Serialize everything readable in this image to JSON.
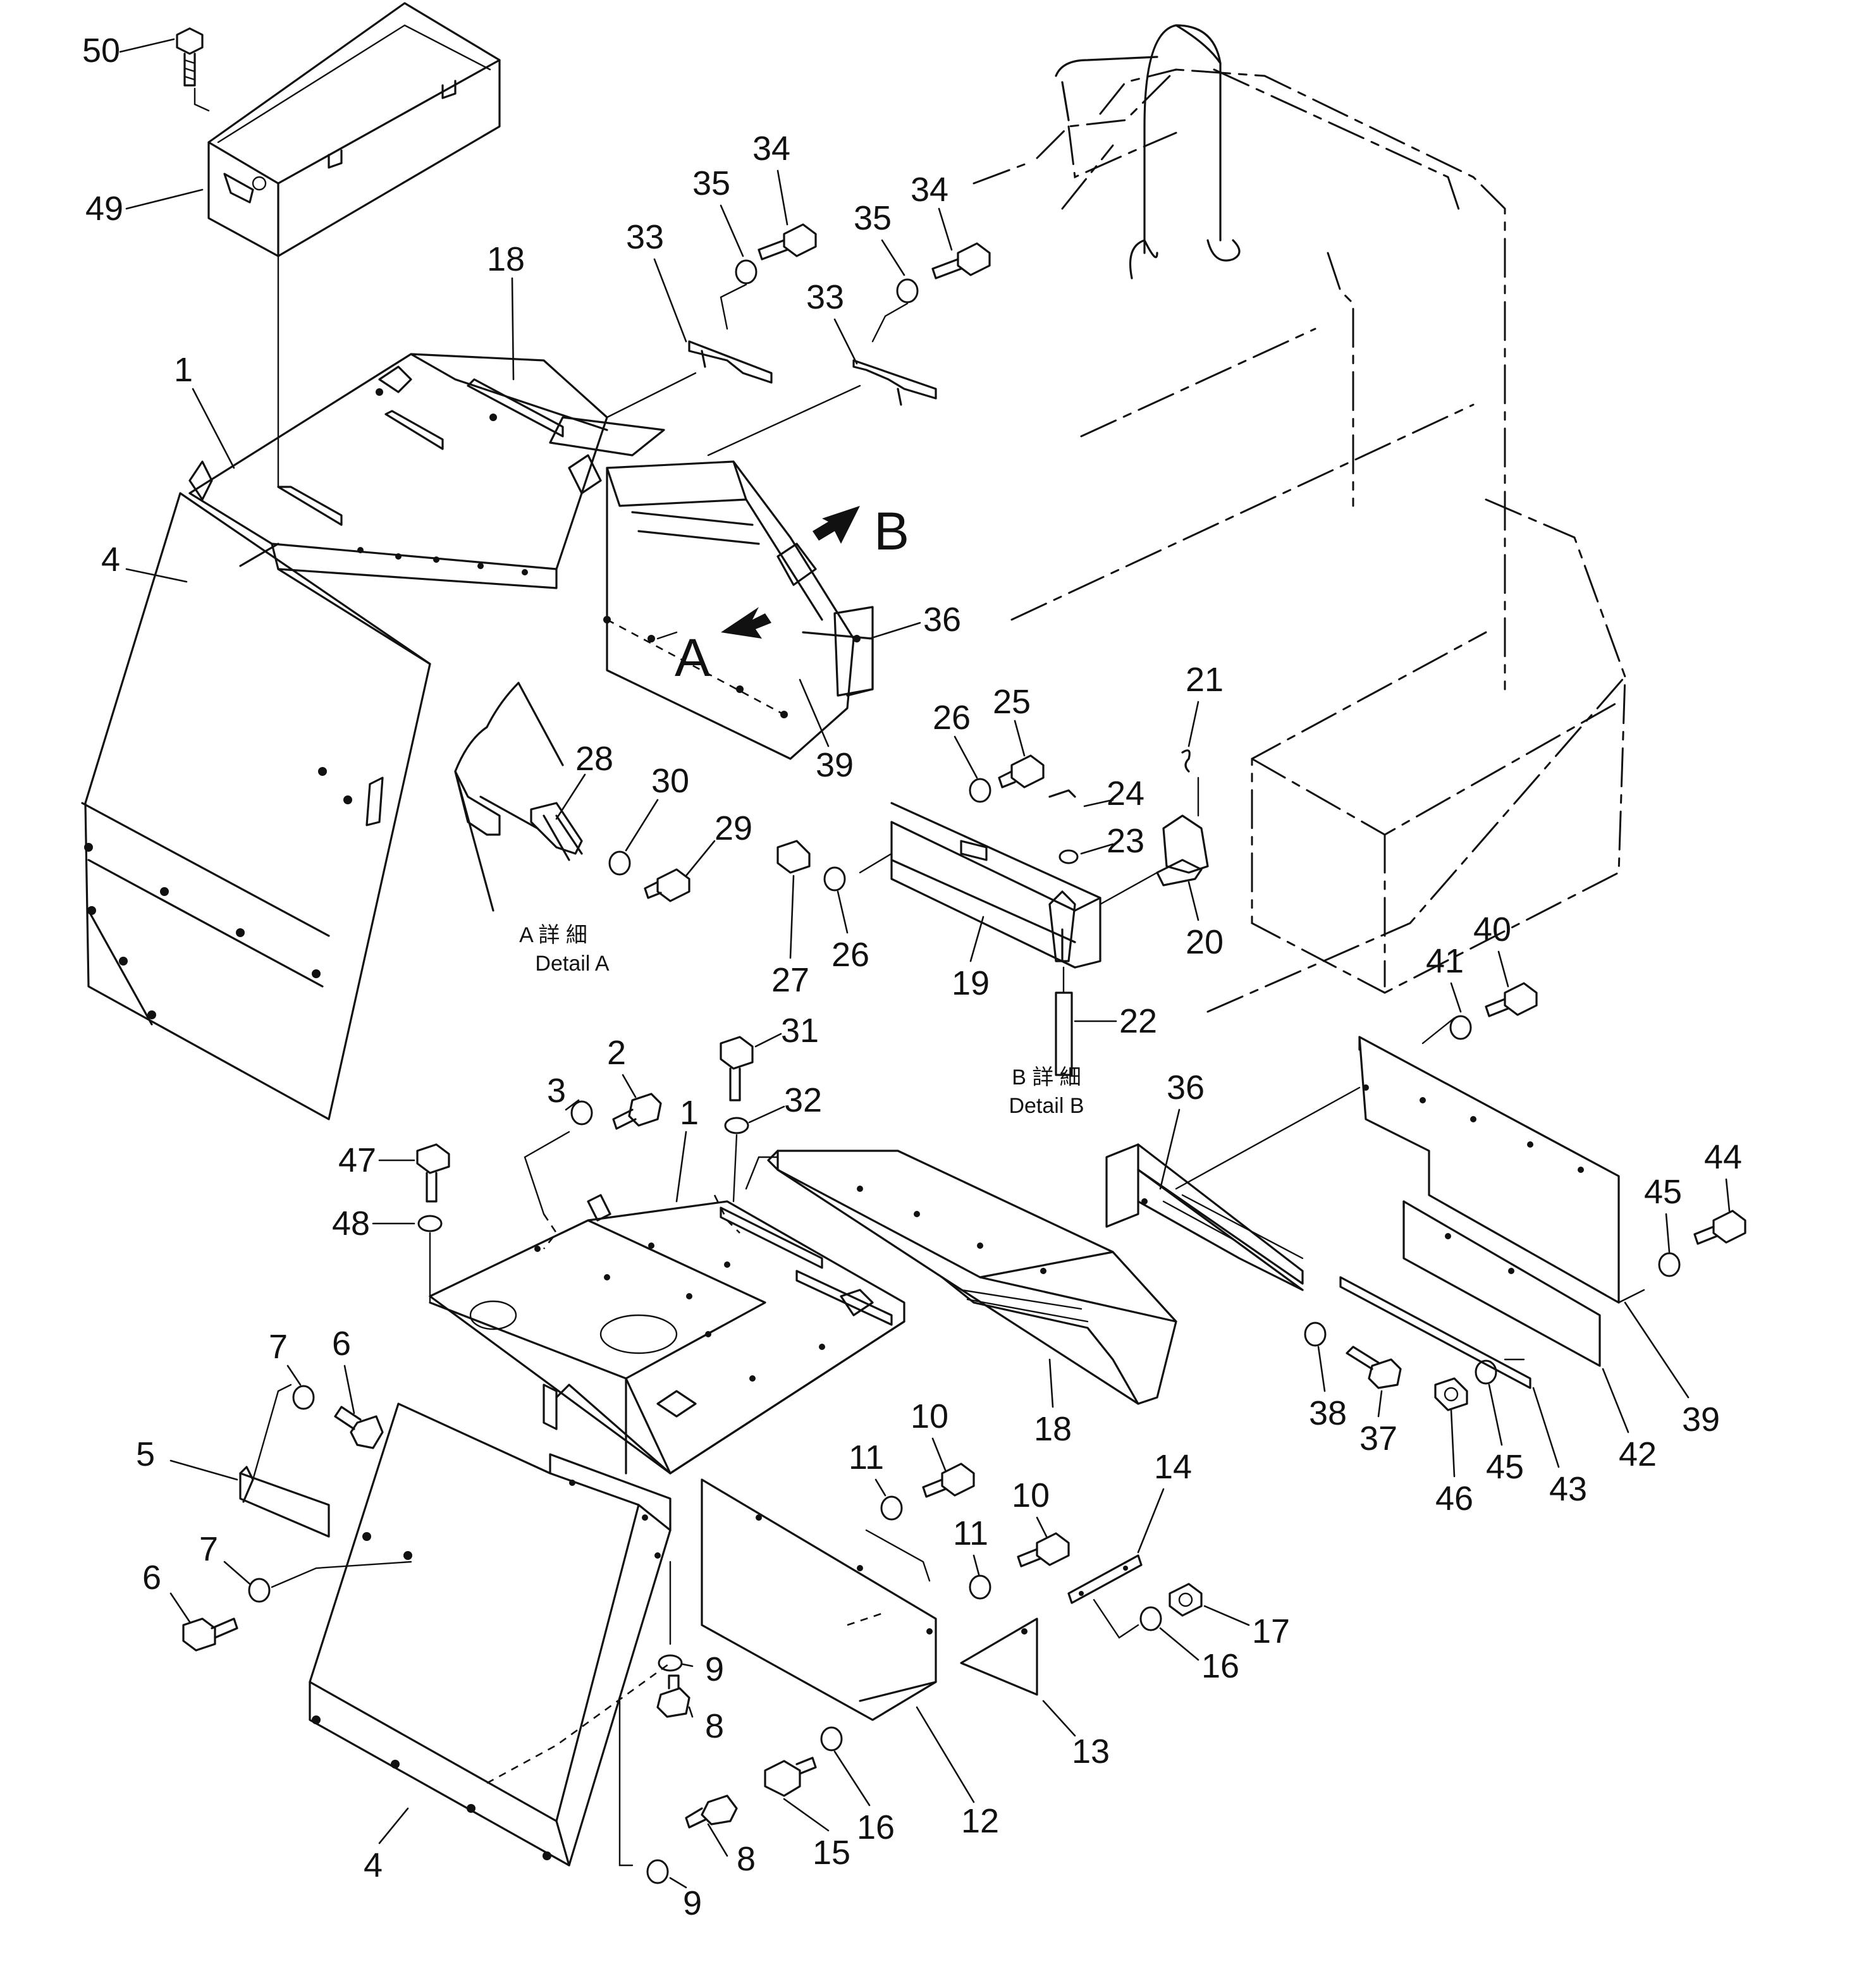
{
  "detail_letters": {
    "a": "A",
    "b": "B"
  },
  "captions": {
    "detail_a_jp": "A 詳 細",
    "detail_a_en": "Detail A",
    "detail_b_jp": "B 詳 細",
    "detail_b_en": "Detail B"
  },
  "part_labels": [
    "50",
    "49",
    "1",
    "4",
    "18",
    "33",
    "35",
    "34",
    "33",
    "35",
    "34",
    "36",
    "39",
    "28",
    "30",
    "29",
    "26",
    "25",
    "21",
    "24",
    "23",
    "27",
    "26",
    "19",
    "20",
    "22",
    "41",
    "40",
    "2",
    "31",
    "3",
    "32",
    "1",
    "47",
    "48",
    "7",
    "6",
    "5",
    "7",
    "6",
    "36",
    "44",
    "45",
    "38",
    "37",
    "46",
    "45",
    "43",
    "42",
    "39",
    "18",
    "10",
    "11",
    "10",
    "11",
    "14",
    "17",
    "16",
    "9",
    "8",
    "13",
    "15",
    "16",
    "12",
    "8",
    "9",
    "4"
  ]
}
